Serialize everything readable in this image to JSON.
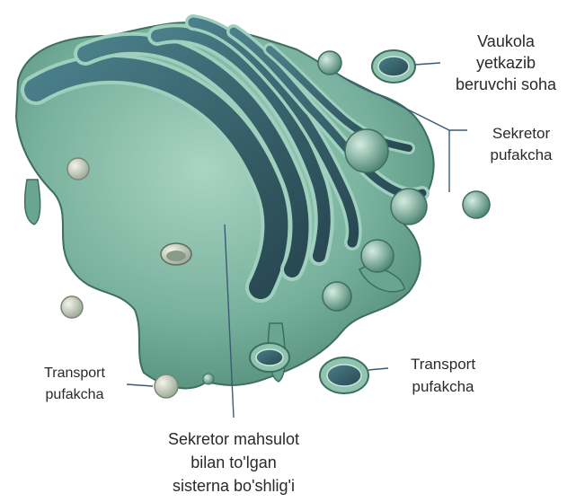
{
  "labels": {
    "vacuole": {
      "lines": [
        "Vaukola",
        "yetkazib",
        "beruvchi soha"
      ]
    },
    "secretory_vesicle": {
      "lines": [
        "Sekretor",
        "pufakcha"
      ]
    },
    "transport_left": {
      "lines": [
        "Transport",
        "pufakcha"
      ]
    },
    "transport_right": {
      "lines": [
        "Transport",
        "pufakcha"
      ]
    },
    "sisterna": {
      "lines": [
        "Sekretor mahsulot",
        "bilan to'lgan",
        "sisterna bo'shlig'i"
      ]
    }
  },
  "colors": {
    "membrane": "#8fc4b0",
    "membrane_dark": "#4f8a78",
    "lumen": "#3d6f78",
    "lumen_dark": "#2a4f5a",
    "leader_line": "#3b5a76"
  }
}
